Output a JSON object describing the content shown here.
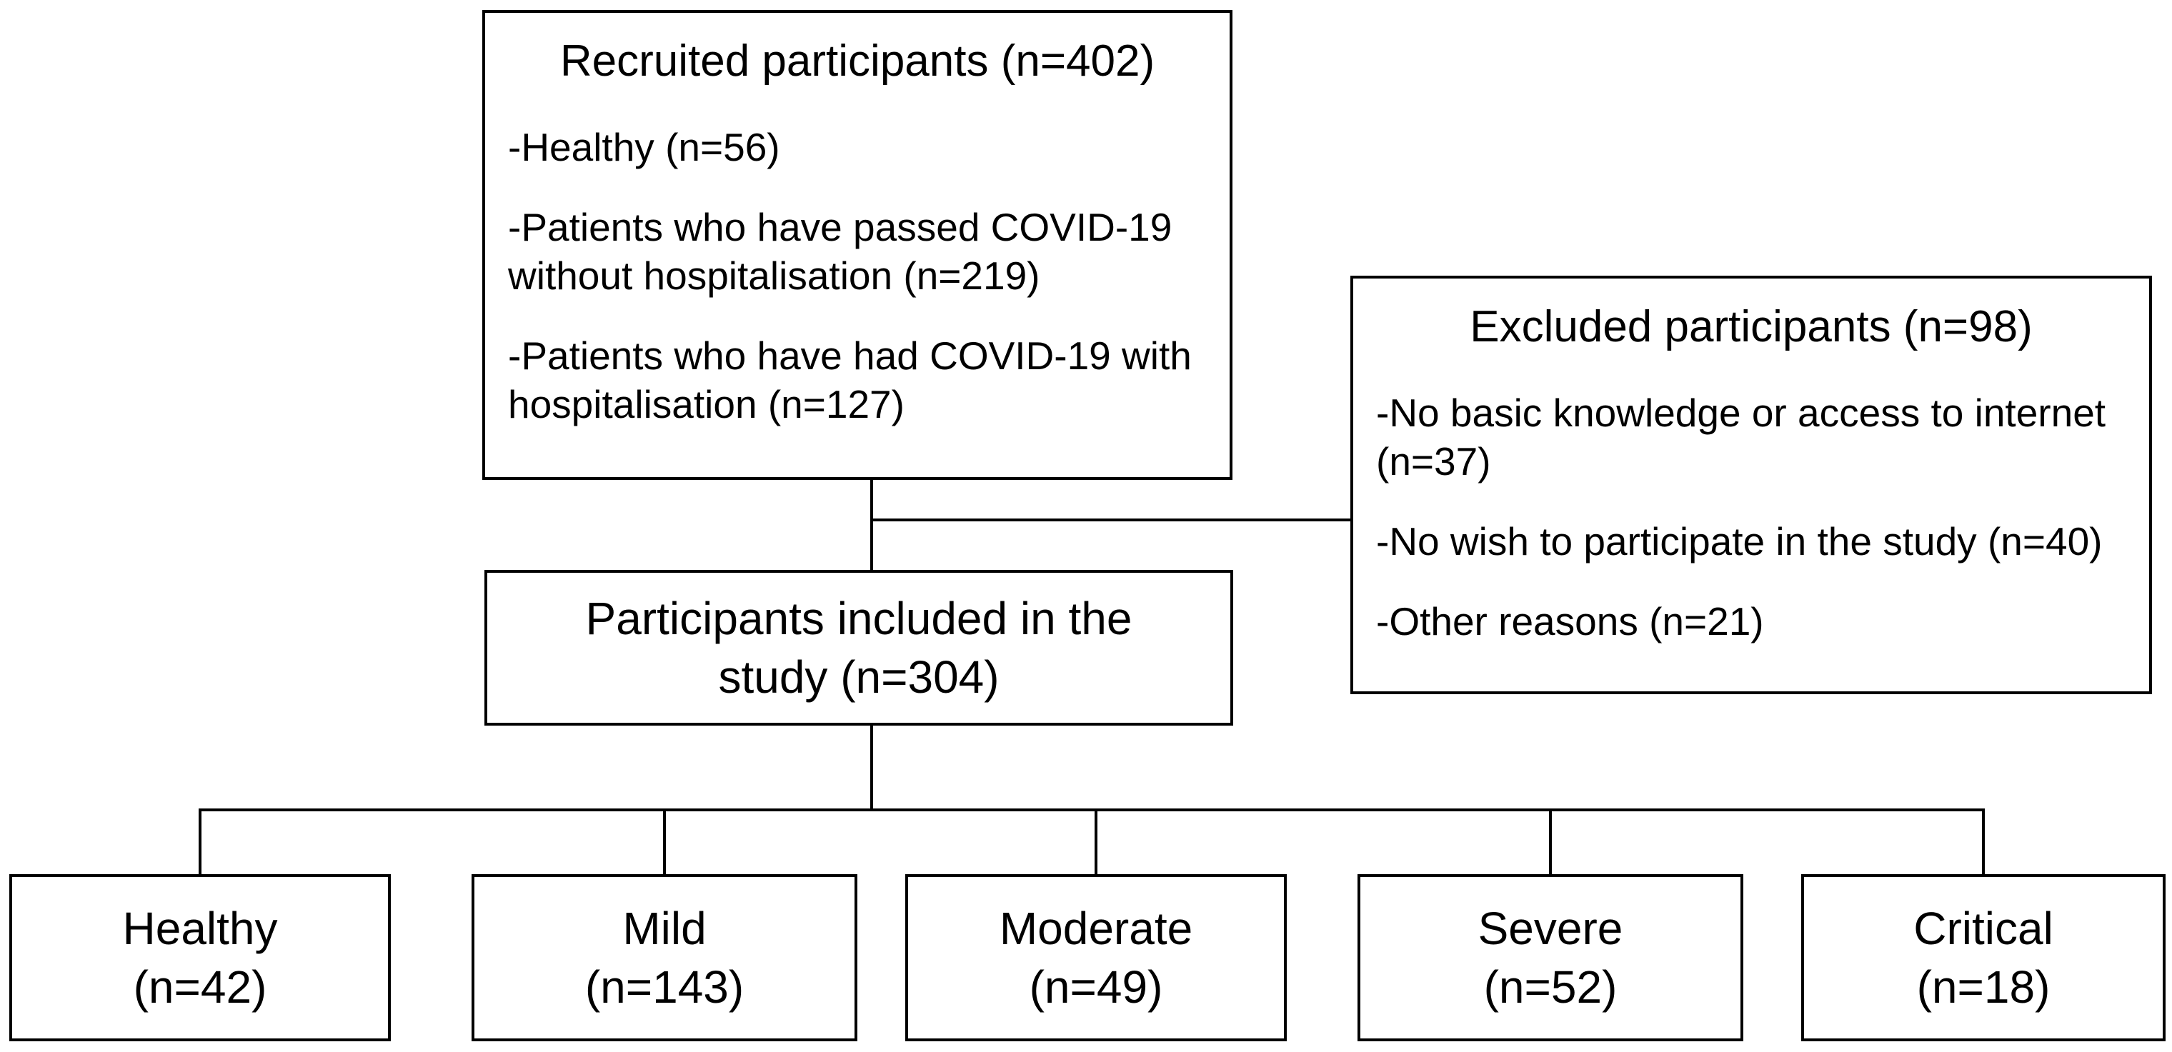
{
  "figure": {
    "background_color": "#ffffff",
    "border_color": "#000000",
    "text_color": "#000000"
  },
  "flowchart": {
    "recruited": {
      "title": "Recruited participants (n=402)",
      "items": [
        "-Healthy (n=56)",
        "-Patients who have passed COVID-19\nwithout hospitalisation (n=219)",
        "-Patients who have had COVID-19 with\nhospitalisation (n=127)"
      ]
    },
    "excluded": {
      "title": "Excluded participants (n=98)",
      "items": [
        "-No basic knowledge or access to internet\n(n=37)",
        "-No wish to participate in the study (n=40)",
        "-Other reasons (n=21)"
      ]
    },
    "included": {
      "title": "Participants included in the\nstudy (n=304)"
    },
    "severity_groups": [
      {
        "label": "Healthy",
        "count": "(n=42)"
      },
      {
        "label": "Mild",
        "count": "(n=143)"
      },
      {
        "label": "Moderate",
        "count": "(n=49)"
      },
      {
        "label": "Severe",
        "count": "(n=52)"
      },
      {
        "label": "Critical",
        "count": "(n=18)"
      }
    ]
  }
}
